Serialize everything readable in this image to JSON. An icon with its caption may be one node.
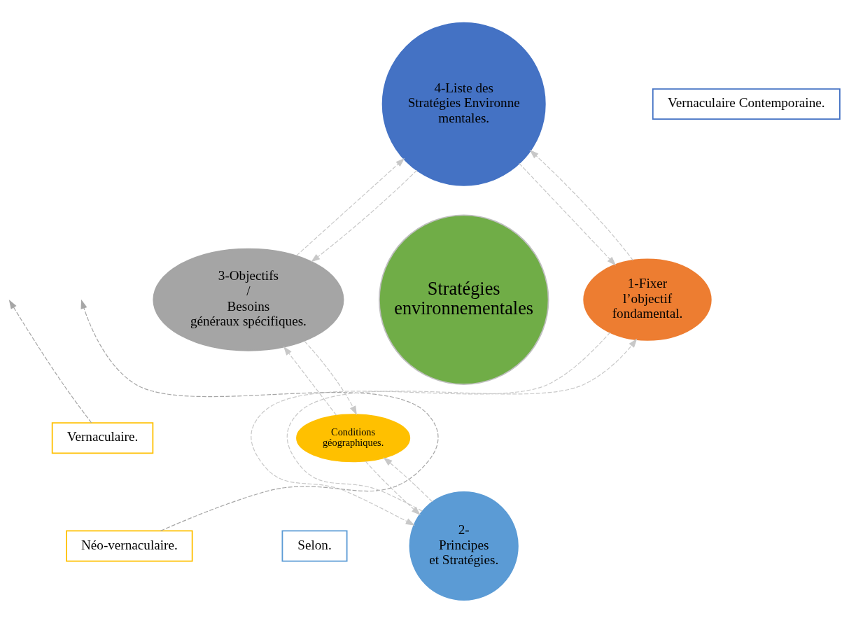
{
  "diagram": {
    "nodes": [
      {
        "text": [
          "Stratégies environnementales"
        ]
      },
      {
        "text": [
          "4-Liste des Stratégies Environne mentales."
        ]
      },
      {
        "text": [
          "Vernaculaire Contemporaine."
        ]
      },
      {
        "text": [
          "1-Fixer l’objectif fondamental."
        ]
      },
      {
        "text": [
          "3-Objectifs / Besoins généraux spécifiques."
        ]
      },
      {
        "text": [
          "Conditions géographiques."
        ]
      },
      {
        "text": [
          "Vernaculaire."
        ]
      },
      {
        "text": [
          "Néo-vernaculaire."
        ]
      },
      {
        "text": [
          "2- Principes et Stratégies."
        ]
      },
      {
        "text": [
          "Selon."
        ]
      }
    ],
    "edges": [
      {
        "from": 1,
        "to": 3,
        "arrow": "to",
        "style": "dashed"
      },
      {
        "from": 3,
        "to": 1,
        "arrow": "to",
        "style": "dashed"
      },
      {
        "from": 3,
        "to": 8,
        "arrow": "to",
        "style": "dashed"
      },
      {
        "from": 8,
        "to": 3,
        "arrow": "to",
        "style": "dashed"
      },
      {
        "from": 8,
        "to": 5,
        "arrow": "to",
        "style": "dashed"
      },
      {
        "from": 5,
        "to": 8,
        "arrow": "to",
        "style": "dashed"
      },
      {
        "from": 5,
        "to": 4,
        "arrow": "to",
        "style": "dashed"
      },
      {
        "from": 4,
        "to": 5,
        "arrow": "to",
        "style": "dashed"
      },
      {
        "from": 4,
        "to": 1,
        "arrow": "to",
        "style": "dashed"
      },
      {
        "from": 1,
        "to": 4,
        "arrow": "to",
        "style": "dashed"
      },
      {
        "from": 6,
        "to": null,
        "arrow": "to",
        "style": "dashed",
        "color": "#a6a6a6"
      },
      {
        "from": 7,
        "to": null,
        "arrow": "to",
        "style": "dashed",
        "color": "#a6a6a6"
      }
    ]
  }
}
